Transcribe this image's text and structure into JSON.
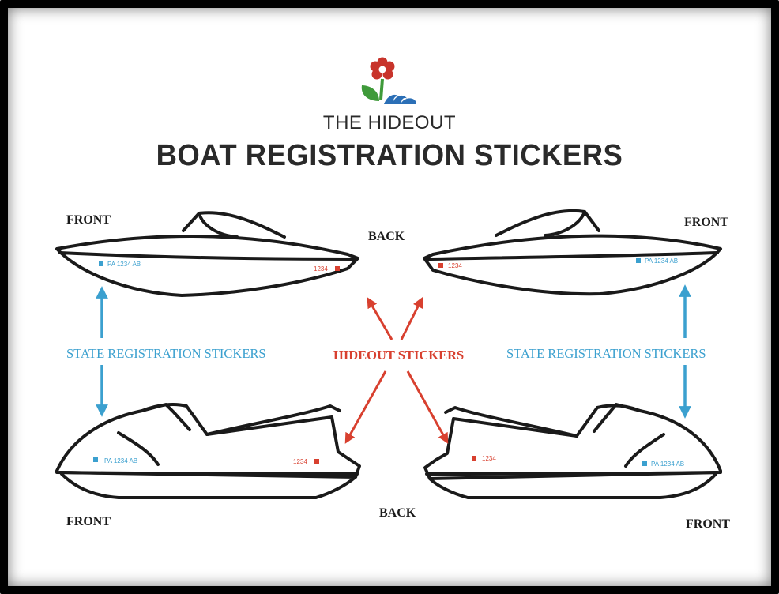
{
  "brand": "THE HIDEOUT",
  "title": "BOAT REGISTRATION STICKERS",
  "labels": {
    "front": "FRONT",
    "back": "BACK",
    "state_registration": "STATE REGISTRATION STICKERS",
    "hideout_stickers": "HIDEOUT STICKERS"
  },
  "stickers": {
    "state": "PA 1234 AB",
    "hideout": "1234"
  },
  "colors": {
    "state_blue": "#3ba0cf",
    "hideout_red": "#d8402f",
    "outline": "#1a1a1a",
    "logo_flower": "#c8342b",
    "logo_leaf": "#3f9a3a",
    "logo_wave": "#2b6fb6"
  }
}
